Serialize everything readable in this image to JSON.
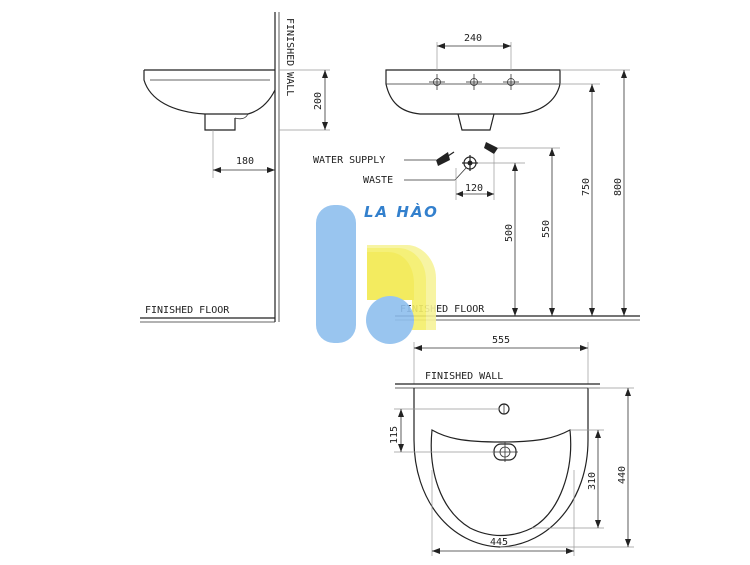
{
  "labels": {
    "finished_wall_side": "FINISHED WALL",
    "finished_wall_bottom": "FINISHED WALL",
    "finished_floor_left": "FINISHED FLOOR",
    "finished_floor_right": "FINISHED FLOOR",
    "water_supply": "WATER SUPPLY",
    "waste": "WASTE"
  },
  "dimensions": {
    "tap_spacing": "240",
    "basin_depth": "200",
    "waste_offset_wall": "180",
    "supply_width": "120",
    "waste_height": "500",
    "supply_height": "550",
    "rim_height": "750",
    "total_height": "800",
    "basin_width": "555",
    "tap_from_wall": "115",
    "bowl_depth": "310",
    "basin_projection": "440",
    "bowl_width": "445"
  },
  "watermark": {
    "brand": "LA HÀO",
    "colors": {
      "blue": "#8fbfee",
      "yellow": "#f4ef6a"
    }
  }
}
